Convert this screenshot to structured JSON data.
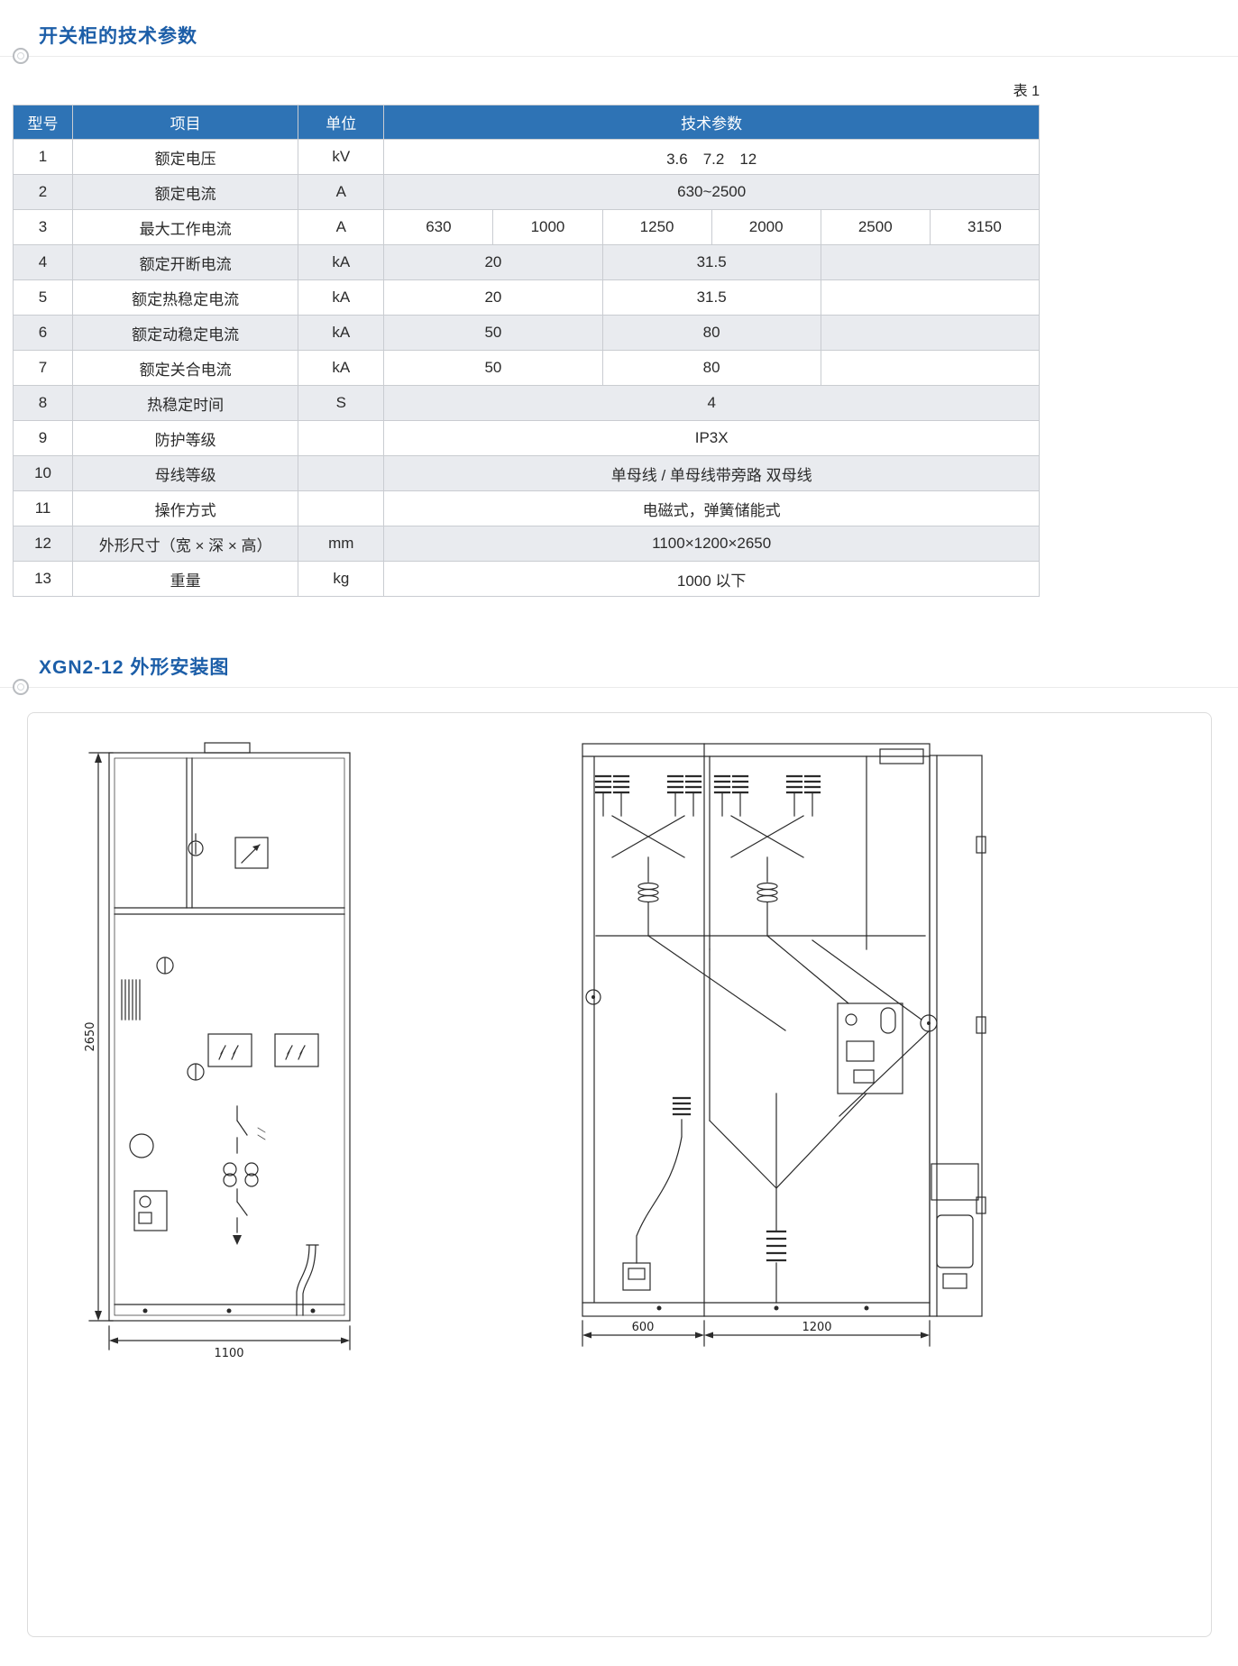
{
  "sections": {
    "tech_params_title": "开关柜的技术参数",
    "outline_title": "XGN2-12 外形安装图"
  },
  "table_caption": "表 1",
  "table": {
    "headers": [
      "型号",
      "项目",
      "单位",
      "技术参数"
    ],
    "rows": [
      {
        "no": "1",
        "item": "额定电压",
        "unit": "kV",
        "cells": [
          {
            "text": "3.6　7.2　12",
            "span": 6
          }
        ]
      },
      {
        "no": "2",
        "item": "额定电流",
        "unit": "A",
        "cells": [
          {
            "text": "630~2500",
            "span": 6
          }
        ]
      },
      {
        "no": "3",
        "item": "最大工作电流",
        "unit": "A",
        "cells": [
          {
            "text": "630",
            "span": 1
          },
          {
            "text": "1000",
            "span": 1
          },
          {
            "text": "1250",
            "span": 1
          },
          {
            "text": "2000",
            "span": 1
          },
          {
            "text": "2500",
            "span": 1
          },
          {
            "text": "3150",
            "span": 1
          }
        ]
      },
      {
        "no": "4",
        "item": "额定开断电流",
        "unit": "kA",
        "cells": [
          {
            "text": "20",
            "span": 2
          },
          {
            "text": "31.5",
            "span": 2
          },
          {
            "text": "",
            "span": 2
          }
        ]
      },
      {
        "no": "5",
        "item": "额定热稳定电流",
        "unit": "kA",
        "cells": [
          {
            "text": "20",
            "span": 2
          },
          {
            "text": "31.5",
            "span": 2
          },
          {
            "text": "",
            "span": 2
          }
        ]
      },
      {
        "no": "6",
        "item": "额定动稳定电流",
        "unit": "kA",
        "cells": [
          {
            "text": "50",
            "span": 2
          },
          {
            "text": "80",
            "span": 2
          },
          {
            "text": "",
            "span": 2
          }
        ]
      },
      {
        "no": "7",
        "item": "额定关合电流",
        "unit": "kA",
        "cells": [
          {
            "text": "50",
            "span": 2
          },
          {
            "text": "80",
            "span": 2
          },
          {
            "text": "",
            "span": 2
          }
        ]
      },
      {
        "no": "8",
        "item": "热稳定时间",
        "unit": "S",
        "cells": [
          {
            "text": "4",
            "span": 6
          }
        ]
      },
      {
        "no": "9",
        "item": "防护等级",
        "unit": "",
        "cells": [
          {
            "text": "IP3X",
            "span": 6
          }
        ]
      },
      {
        "no": "10",
        "item": "母线等级",
        "unit": "",
        "cells": [
          {
            "text": "单母线 / 单母线带旁路 双母线",
            "span": 6
          }
        ]
      },
      {
        "no": "11",
        "item": "操作方式",
        "unit": "",
        "cells": [
          {
            "text": "电磁式，弹簧储能式",
            "span": 6
          }
        ]
      },
      {
        "no": "12",
        "item": "外形尺寸（宽 × 深 × 高）",
        "unit": "mm",
        "cells": [
          {
            "text": "1100×1200×2650",
            "span": 6
          }
        ]
      },
      {
        "no": "13",
        "item": "重量",
        "unit": "kg",
        "cells": [
          {
            "text": "1000 以下",
            "span": 6
          }
        ]
      }
    ]
  },
  "drawings": {
    "front": {
      "height_dim": "2650",
      "width_dim": "1100"
    },
    "side": {
      "dim_left": "600",
      "dim_right": "1200"
    }
  },
  "colors": {
    "header_bg": "#2e73b5",
    "title_blue": "#1c5ea8",
    "alt_row_bg": "#e9ebef"
  }
}
